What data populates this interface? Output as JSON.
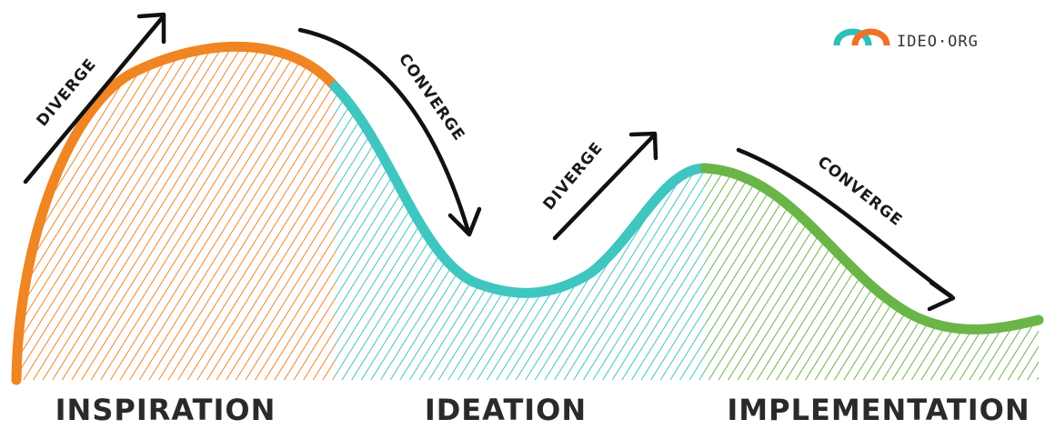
{
  "brand": {
    "name": "IDEO·ORG",
    "logo_colors": [
      "#2bbfb8",
      "#f0702a"
    ]
  },
  "phases": [
    {
      "label": "INSPIRATION",
      "color": "#f08523"
    },
    {
      "label": "IDEATION",
      "color": "#3fc6c1"
    },
    {
      "label": "IMPLEMENTATION",
      "color": "#6ab547"
    }
  ],
  "arrows": [
    {
      "label": "DIVERGE",
      "icon": "arrow-up-right-icon"
    },
    {
      "label": "CONVERGE",
      "icon": "arrow-down-right-icon"
    },
    {
      "label": "DIVERGE",
      "icon": "arrow-up-right-icon"
    },
    {
      "label": "CONVERGE",
      "icon": "arrow-down-right-icon"
    }
  ]
}
